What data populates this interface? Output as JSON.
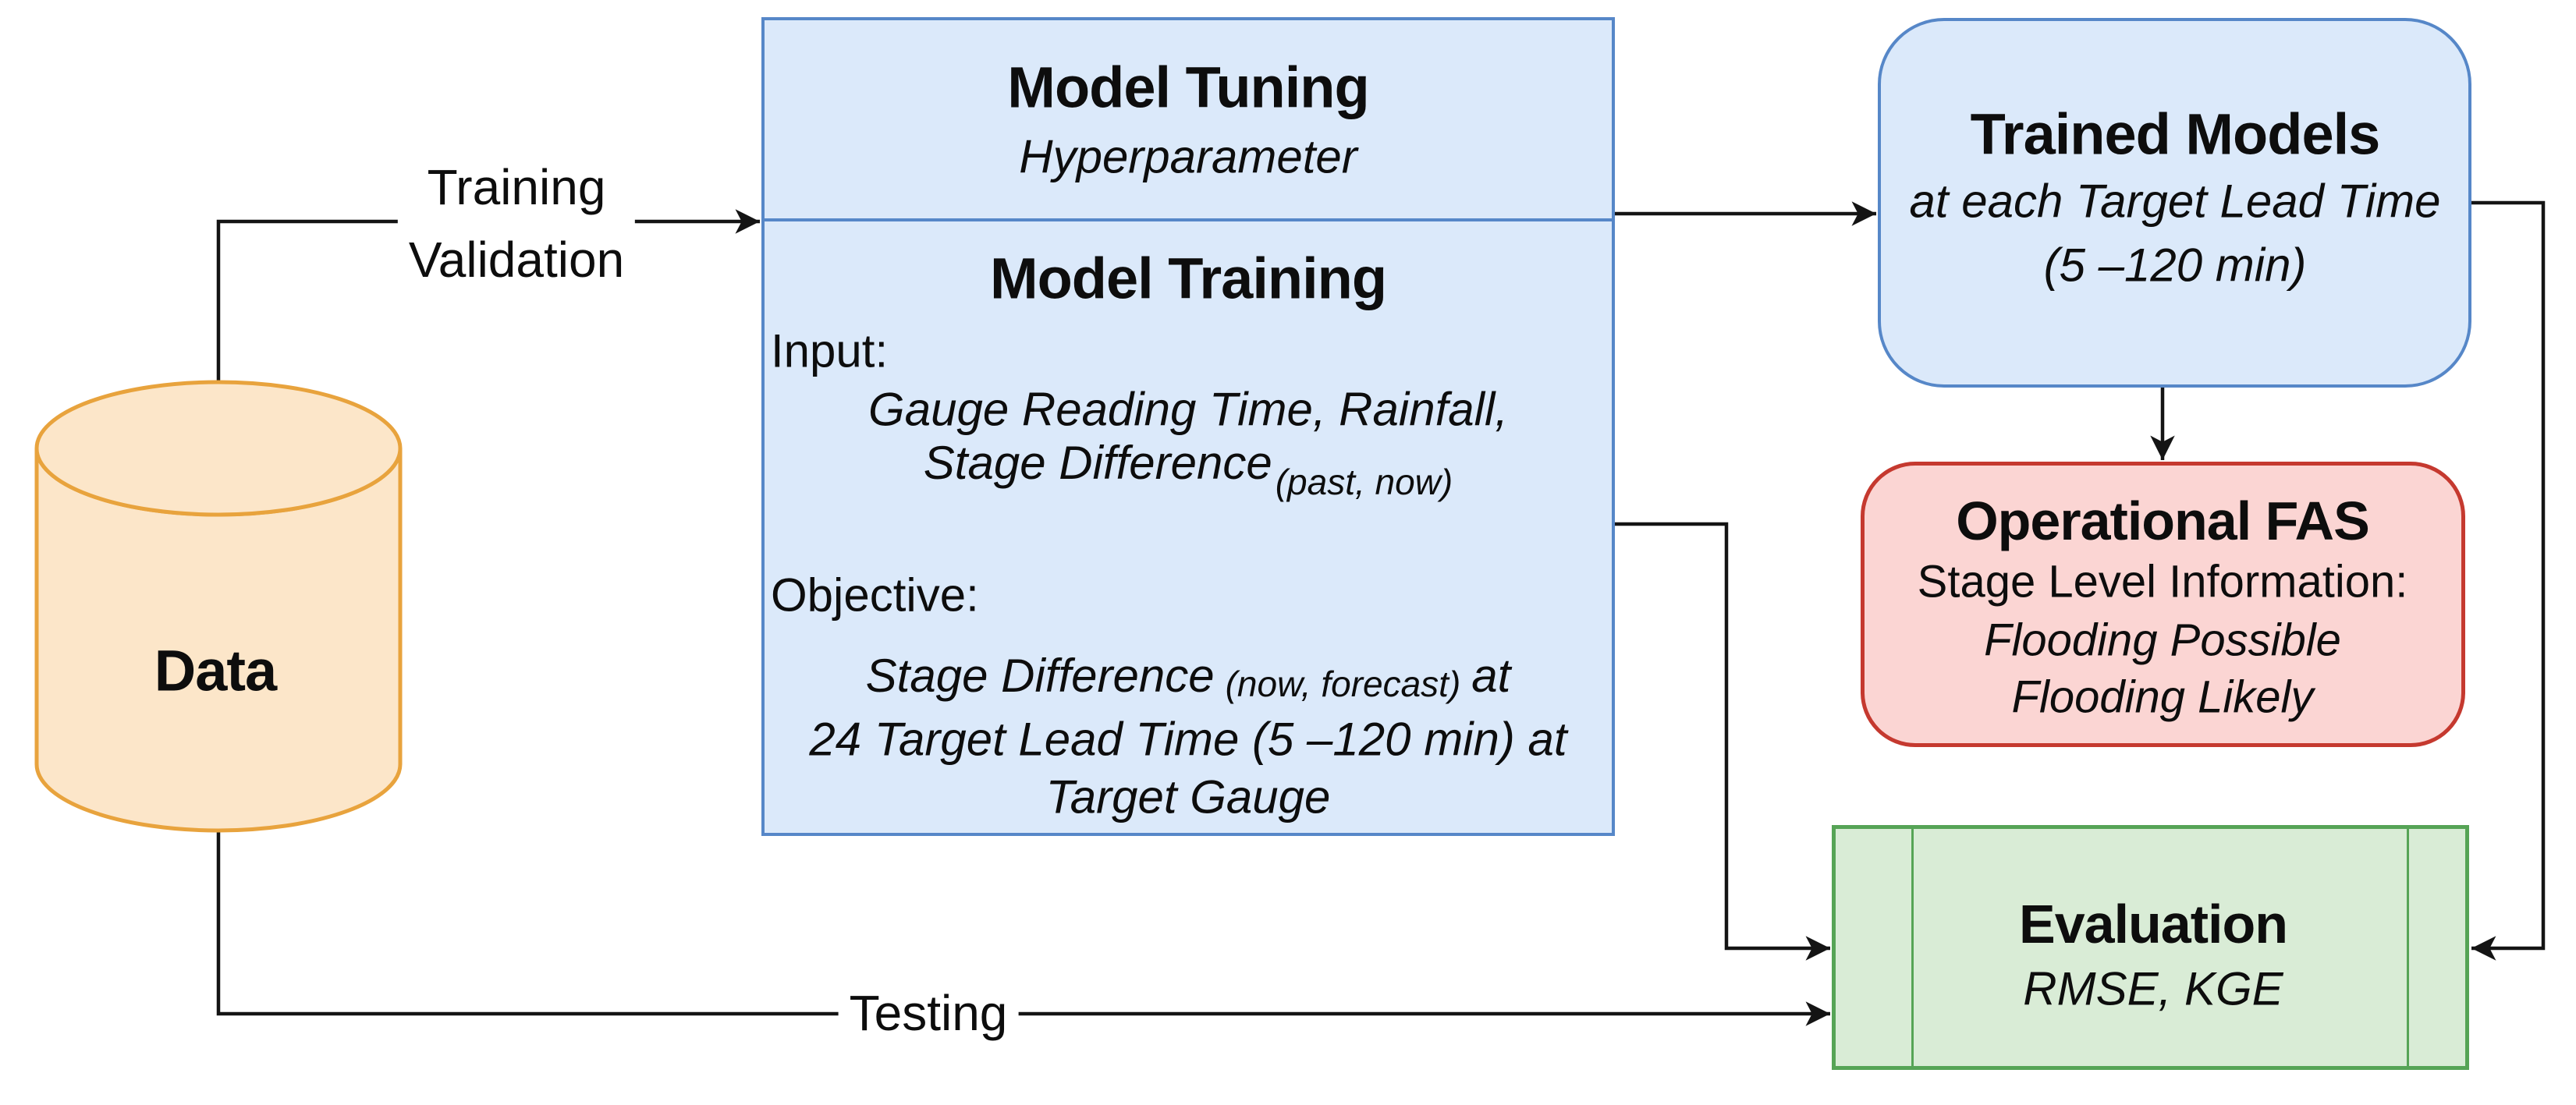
{
  "colors": {
    "box_blue_fill": "#dbe9fa",
    "box_blue_stroke": "#5687c8",
    "box_red_fill": "#fbd5d3",
    "box_red_stroke": "#c5392f",
    "box_green_fill": "#d9ecd6",
    "box_green_stroke": "#56a456",
    "cylinder_fill": "#fce6c9",
    "cylinder_stroke": "#e8a33d",
    "connector": "#141414"
  },
  "nodes": {
    "data_store": {
      "label": "Data"
    },
    "model": {
      "tuning_title": "Model Tuning",
      "tuning_subtitle": "Hyperparameter",
      "training_title": "Model Training",
      "input_label": "Input:",
      "input_line1": "Gauge Reading Time, Rainfall,",
      "input_line2_main": "Stage Difference",
      "input_line2_sub": "(past, now)",
      "objective_label": "Objective:",
      "objective_line1_main": "Stage Difference",
      "objective_line1_sub": "(now, forecast)",
      "objective_line1_tail": "at",
      "objective_line2": "24 Target Lead Time (5 –120 min) at",
      "objective_line3": "Target Gauge"
    },
    "trained_models": {
      "title": "Trained Models",
      "subtitle1": "at each Target Lead Time",
      "subtitle2": "(5 –120 min)"
    },
    "operational_fas": {
      "title": "Operational FAS",
      "line1": "Stage Level Information:",
      "line2": "Flooding Possible",
      "line3": "Flooding Likely"
    },
    "evaluation": {
      "title": "Evaluation",
      "subtitle": "RMSE, KGE"
    }
  },
  "edges": {
    "training_validation": {
      "line1": "Training",
      "line2": "Validation"
    },
    "testing": {
      "label": "Testing"
    }
  }
}
